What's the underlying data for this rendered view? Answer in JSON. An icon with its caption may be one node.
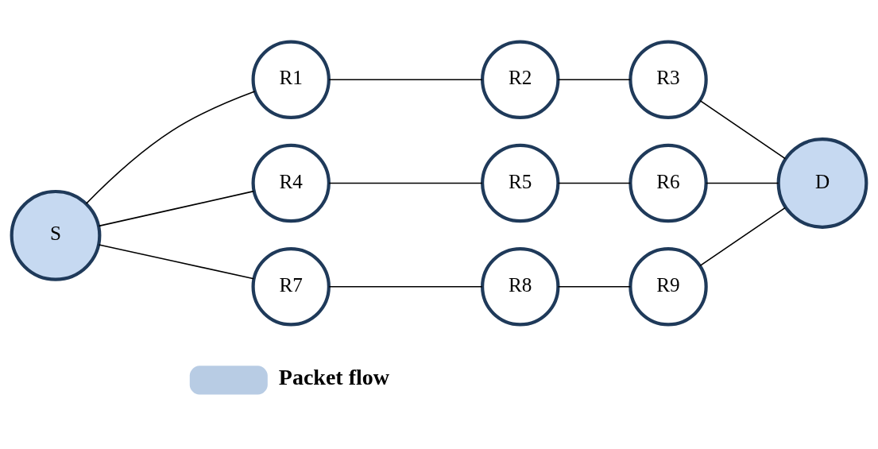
{
  "diagram": {
    "nodes": [
      {
        "text": [
          "S"
        ]
      },
      {
        "text": [
          "R1"
        ]
      },
      {
        "text": [
          "R2"
        ]
      },
      {
        "text": [
          "R3"
        ]
      },
      {
        "text": [
          "R4"
        ]
      },
      {
        "text": [
          "R5"
        ]
      },
      {
        "text": [
          "R6"
        ]
      },
      {
        "text": [
          "R7"
        ]
      },
      {
        "text": [
          "R8"
        ]
      },
      {
        "text": [
          "R9"
        ]
      },
      {
        "text": [
          "D"
        ]
      }
    ],
    "edges": [
      {
        "from": 0,
        "to": 1,
        "arrow": "none"
      },
      {
        "from": 1,
        "to": 2,
        "arrow": "none"
      },
      {
        "from": 2,
        "to": 3,
        "arrow": "none"
      },
      {
        "from": 3,
        "to": 10,
        "arrow": "none"
      },
      {
        "from": 0,
        "to": 4,
        "arrow": "none"
      },
      {
        "from": 4,
        "to": 5,
        "arrow": "none"
      },
      {
        "from": 5,
        "to": 6,
        "arrow": "none"
      },
      {
        "from": 6,
        "to": 10,
        "arrow": "none"
      },
      {
        "from": 0,
        "to": 7,
        "arrow": "none"
      },
      {
        "from": 7,
        "to": 8,
        "arrow": "none"
      },
      {
        "from": 8,
        "to": 9,
        "arrow": "none"
      },
      {
        "from": 9,
        "to": 10,
        "arrow": "none"
      }
    ],
    "legend": [
      {
        "text": "Packet flow",
        "color": "#b8cce4"
      }
    ]
  }
}
